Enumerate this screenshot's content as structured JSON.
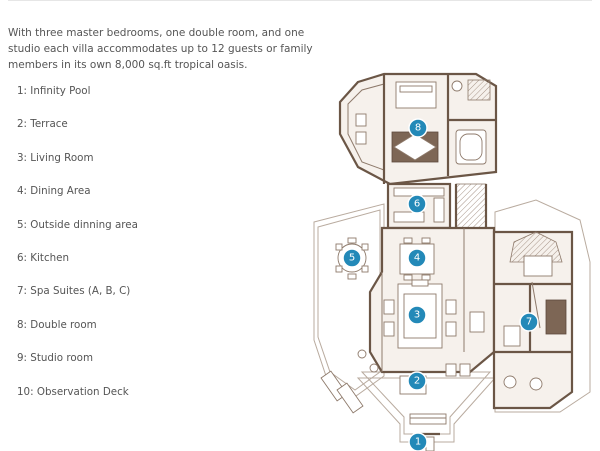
{
  "intro": "With three master bedrooms, one double room, and one studio each villa accommodates up to 12 guests or family members in its own 8,000 sq.ft tropical oasis.",
  "legend": [
    "1: Infinity Pool",
    "2: Terrace",
    "3: Living Room",
    "4: Dining Area",
    "5: Outside dinning area",
    "6: Kitchen",
    "7: Spa Suites (A, B, C)",
    "8: Double room",
    "9: Studio room",
    "10: Observation Deck"
  ],
  "markers": [
    {
      "label": "8"
    },
    {
      "label": "6"
    },
    {
      "label": "5"
    },
    {
      "label": "4"
    },
    {
      "label": "3"
    },
    {
      "label": "7"
    },
    {
      "label": "2"
    },
    {
      "label": "1"
    }
  ],
  "colors": {
    "marker": "#2389b8",
    "wall": "#6b5646",
    "text": "#555555"
  }
}
